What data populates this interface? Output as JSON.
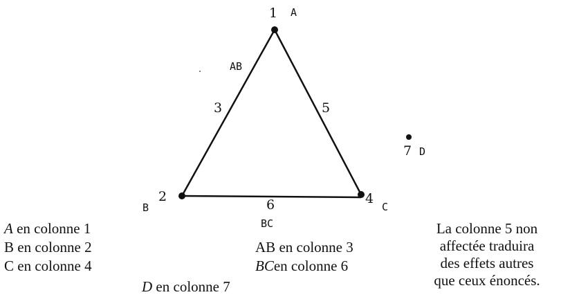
{
  "diagram": {
    "vertices": {
      "top": {
        "number": "1",
        "letter": "A"
      },
      "left": {
        "number": "2",
        "letter": "B"
      },
      "right": {
        "number": "4",
        "letter": "C"
      },
      "free": {
        "number": "7",
        "letter": "D"
      }
    },
    "edges": {
      "left_edge": {
        "number": "3",
        "letter": "AB"
      },
      "right_edge": {
        "number": "5"
      },
      "bottom_edge": {
        "number": "6",
        "letter": "BC"
      }
    }
  },
  "legend": {
    "left_col": [
      {
        "var": "A",
        "rest": " en colonne 1",
        "italic": true
      },
      {
        "var": "B",
        "rest": " en colonne 2",
        "italic": false
      },
      {
        "var": "C",
        "rest": " en colonne 4",
        "italic": false
      }
    ],
    "mid_col": [
      {
        "var": "AB",
        "rest": " en colonne 3",
        "italic": false
      },
      {
        "var": "BC",
        "rest": "en colonne 6",
        "italic": true
      }
    ],
    "bottom": {
      "var": "D",
      "rest": " en colonne 7",
      "italic": true
    },
    "note_lines": [
      "La colonne 5 non",
      "affectée traduira",
      "des effets autres",
      "que ceux énoncés."
    ]
  }
}
